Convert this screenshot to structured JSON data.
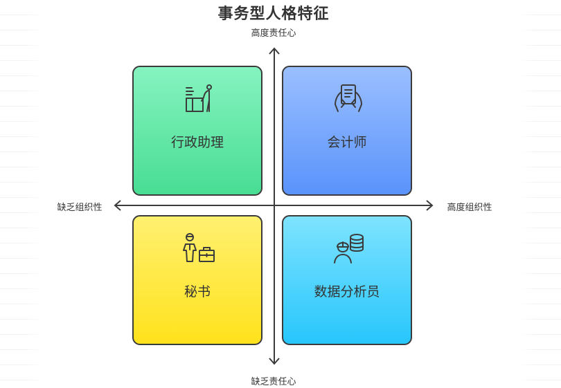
{
  "diagram": {
    "title": "事务型人格特征",
    "axes": {
      "top": "高度责任心",
      "bottom": "缺乏责任心",
      "left": "缺乏组织性",
      "right": "高度组织性"
    },
    "quadrants": [
      {
        "label": "行政助理",
        "icon": "office-desk-person-icon",
        "color": "#5fe6a5"
      },
      {
        "label": "会计师",
        "icon": "hands-holding-clipboard-icon",
        "color": "#78a8fd"
      },
      {
        "label": "秘书",
        "icon": "person-with-briefcase-icon",
        "color": "#ffe846"
      },
      {
        "label": "数据分析员",
        "icon": "person-with-database-icon",
        "color": "#50d4fd"
      }
    ]
  }
}
